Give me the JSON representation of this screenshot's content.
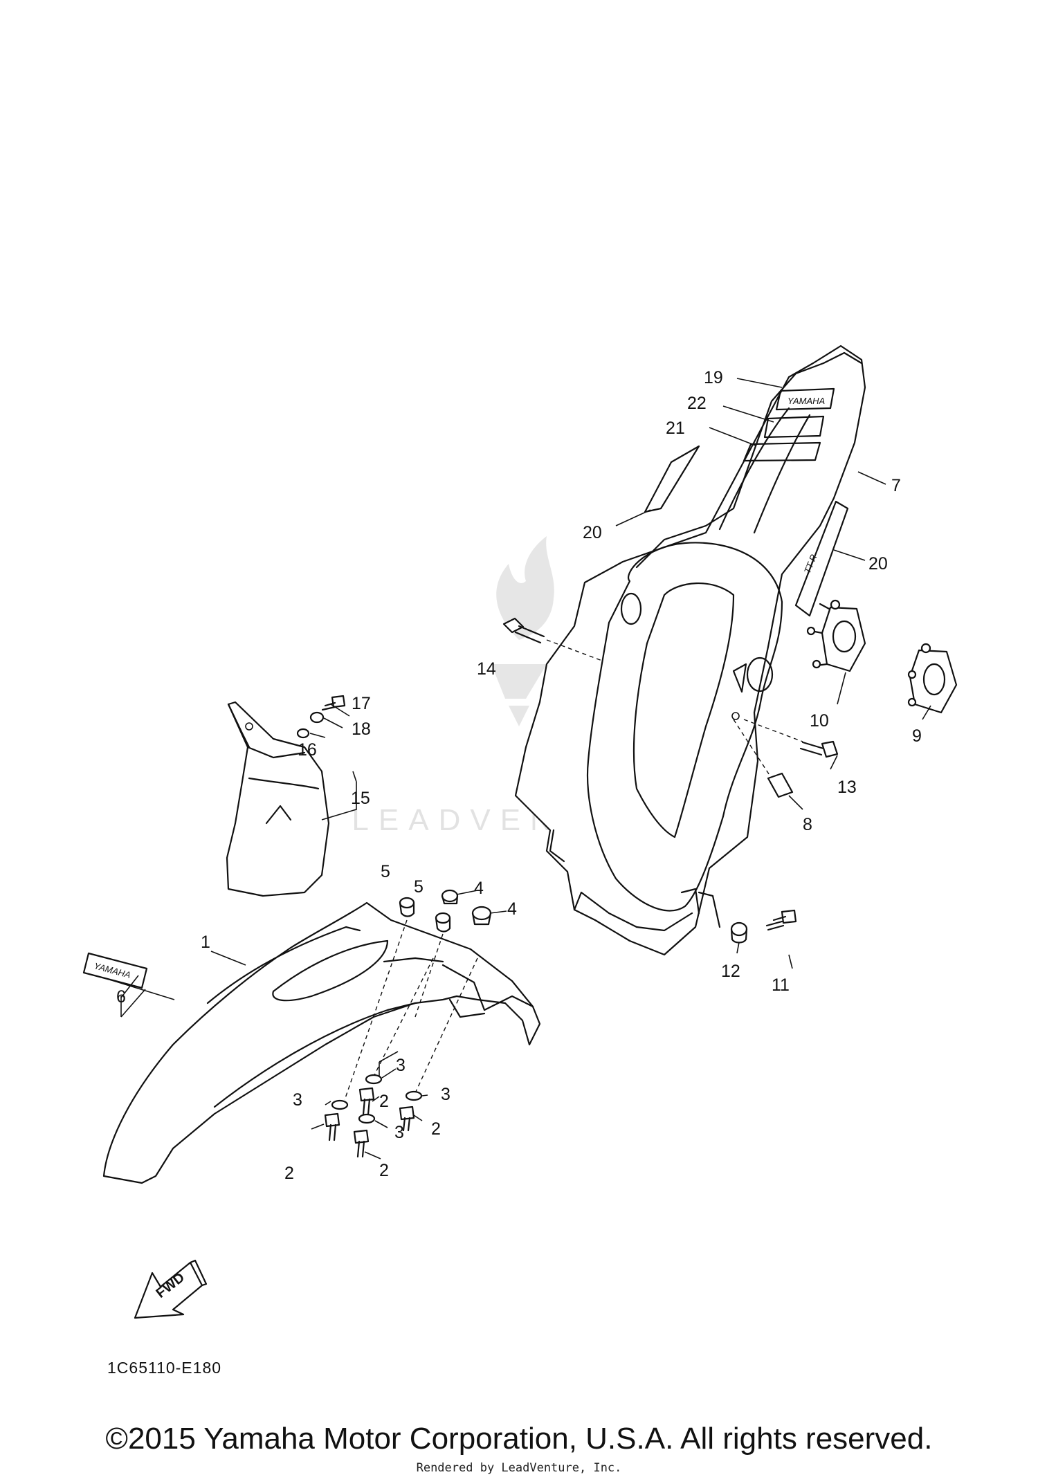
{
  "callouts": [
    {
      "id": "c1",
      "label": "1"
    },
    {
      "id": "c2a",
      "label": "2"
    },
    {
      "id": "c2b",
      "label": "2"
    },
    {
      "id": "c2c",
      "label": "2"
    },
    {
      "id": "c2d",
      "label": "2"
    },
    {
      "id": "c3a",
      "label": "3"
    },
    {
      "id": "c3b",
      "label": "3"
    },
    {
      "id": "c3c",
      "label": "3"
    },
    {
      "id": "c3d",
      "label": "3"
    },
    {
      "id": "c4a",
      "label": "4"
    },
    {
      "id": "c4b",
      "label": "4"
    },
    {
      "id": "c5a",
      "label": "5"
    },
    {
      "id": "c5b",
      "label": "5"
    },
    {
      "id": "c6",
      "label": "6"
    },
    {
      "id": "c7",
      "label": "7"
    },
    {
      "id": "c8",
      "label": "8"
    },
    {
      "id": "c9",
      "label": "9"
    },
    {
      "id": "c10",
      "label": "10"
    },
    {
      "id": "c11",
      "label": "11"
    },
    {
      "id": "c12",
      "label": "12"
    },
    {
      "id": "c13",
      "label": "13"
    },
    {
      "id": "c14",
      "label": "14"
    },
    {
      "id": "c15",
      "label": "15"
    },
    {
      "id": "c16",
      "label": "16"
    },
    {
      "id": "c17",
      "label": "17"
    },
    {
      "id": "c18",
      "label": "18"
    },
    {
      "id": "c19",
      "label": "19"
    },
    {
      "id": "c20a",
      "label": "20"
    },
    {
      "id": "c20b",
      "label": "20"
    },
    {
      "id": "c21",
      "label": "21"
    },
    {
      "id": "c22",
      "label": "22"
    }
  ],
  "decals": {
    "front_fender_logo": "YAMAHA",
    "rear_fender_logo": "YAMAHA",
    "side_graphic": "TT-R"
  },
  "fwd_arrow_label": "FWD",
  "diagram_code": "1C65110-E180",
  "watermark": {
    "text": "LEADVENTURE",
    "logo_icon": "leadventure-flame-logo-icon"
  },
  "footer": {
    "copyright": "©2015 Yamaha Motor Corporation, U.S.A. All rights reserved.",
    "rendered_by": "Rendered by LeadVenture, Inc."
  }
}
